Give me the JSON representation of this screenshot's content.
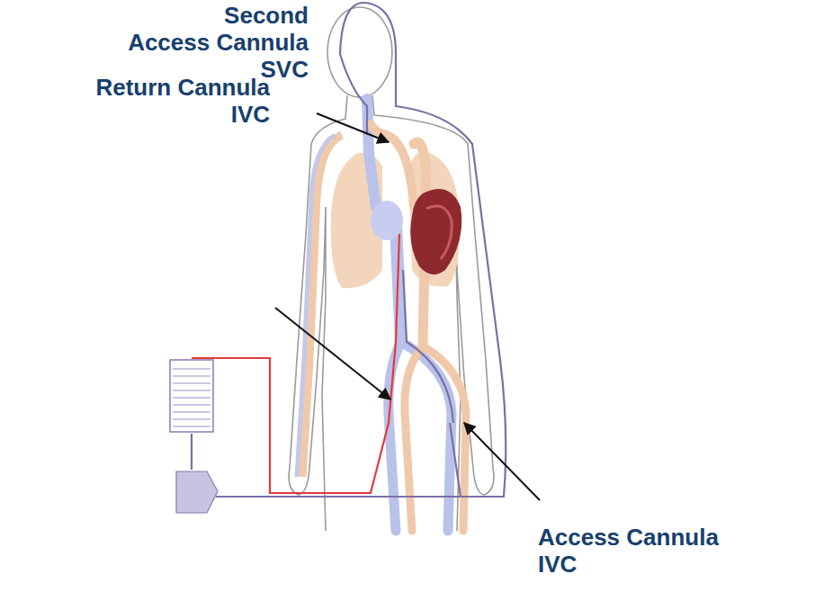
{
  "diagram": {
    "labels": [
      "Second Access Cannula SVC",
      "Return Cannula IVC",
      "Access Cannula IVC"
    ]
  }
}
